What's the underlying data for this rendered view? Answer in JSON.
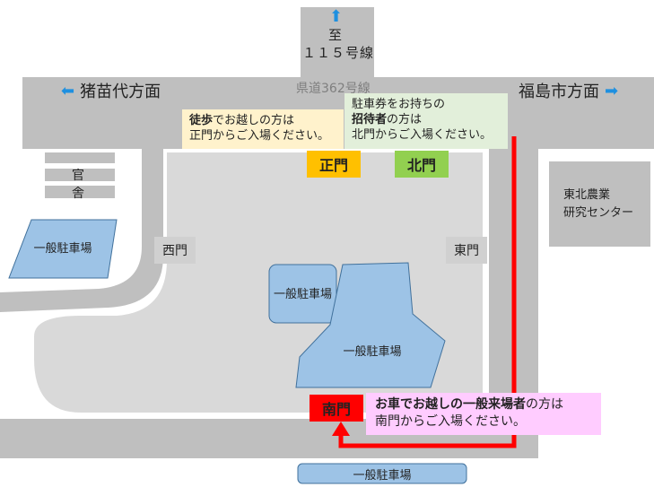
{
  "top_route": {
    "arrow": "up-arrow-icon",
    "to": "至",
    "route": "１１５号線"
  },
  "road_name": "県道362号線",
  "directions": {
    "left": "猪苗代方面",
    "right": "福島市方面"
  },
  "buildings": {
    "housing": [
      "官",
      "舎"
    ],
    "center": "東北農業\n研究センター"
  },
  "gates": {
    "main": "正門",
    "north": "北門",
    "west": "西門",
    "east": "東門",
    "south": "南門"
  },
  "parking": {
    "west": "一般駐車場",
    "center": "一般駐車場",
    "large": "一般駐車場",
    "south": "一般駐車場"
  },
  "notes": {
    "walk": {
      "bold": "徒歩",
      "line1": "でお越しの方は",
      "line2": "正門からご入場ください。"
    },
    "invited": {
      "line1": "駐車券をお持ちの",
      "bold": "招待者",
      "line2": "の方は",
      "line3": "北門からご入場ください。"
    },
    "car": {
      "bold": "お車でお越しの一般来場者",
      "line1": "の方は",
      "line2": "南門からご入場ください。"
    }
  },
  "colors": {
    "road": "#bfbfbf",
    "site": "#d9d9d9",
    "parking": "#9dc3e6",
    "main_gate": "#ffc000",
    "north_gate": "#92d050",
    "south_gate": "#ff0000",
    "route": "#ff0000"
  }
}
